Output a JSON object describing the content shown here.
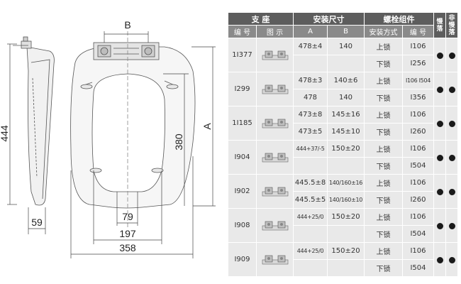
{
  "drawing": {
    "dims": {
      "height_444": "444",
      "width_59": "59",
      "label_B": "B",
      "label_A": "A",
      "depth_380": "380",
      "width_79": "79",
      "width_197": "197",
      "width_358": "358"
    }
  },
  "table": {
    "headers": {
      "support": "支 座",
      "install_size": "安装尺寸",
      "bolt_assembly": "螺栓组件",
      "slow_drop": "慢落",
      "non_slow_drop": "非慢落",
      "number": "编 号",
      "diagram": "图 示",
      "col_A": "A",
      "col_B": "B",
      "install_method": "安装方式",
      "part_number": "编 号"
    },
    "groups": [
      {
        "model": "1I377",
        "rows": [
          {
            "a": "478±4",
            "b": "140",
            "lock": "上锁",
            "code": "I106"
          },
          {
            "a": "",
            "b": "",
            "lock": "下锁",
            "code": "I256"
          }
        ]
      },
      {
        "model": "I299",
        "rows": [
          {
            "a": "478±3",
            "b": "140±6",
            "lock": "上锁",
            "code": "I106 I504"
          },
          {
            "a": "478",
            "b": "140",
            "lock": "下锁",
            "code": "I356"
          }
        ]
      },
      {
        "model": "1I185",
        "rows": [
          {
            "a": "473±8",
            "b": "145±16",
            "lock": "上锁",
            "code": "I106"
          },
          {
            "a": "473±5",
            "b": "145±10",
            "lock": "下锁",
            "code": "I260"
          }
        ]
      },
      {
        "model": "I904",
        "rows": [
          {
            "a": "444+37/-5",
            "b": "150±20",
            "lock": "上锁",
            "code": "I106"
          },
          {
            "a": "",
            "b": "",
            "lock": "下锁",
            "code": "I504"
          }
        ]
      },
      {
        "model": "I902",
        "rows": [
          {
            "a": "445.5±8",
            "b": "140/160±16",
            "lock": "上锁",
            "code": "I106"
          },
          {
            "a": "445.5±5",
            "b": "140/160±10",
            "lock": "下锁",
            "code": "I260"
          }
        ]
      },
      {
        "model": "I908",
        "rows": [
          {
            "a": "444+25/0",
            "b": "150±20",
            "lock": "上锁",
            "code": "I106"
          },
          {
            "a": "",
            "b": "",
            "lock": "下锁",
            "code": "I504"
          }
        ]
      },
      {
        "model": "I909",
        "rows": [
          {
            "a": "444+25/0",
            "b": "150±20",
            "lock": "上锁",
            "code": "I106"
          },
          {
            "a": "",
            "b": "",
            "lock": "下锁",
            "code": "I504"
          }
        ]
      }
    ]
  }
}
